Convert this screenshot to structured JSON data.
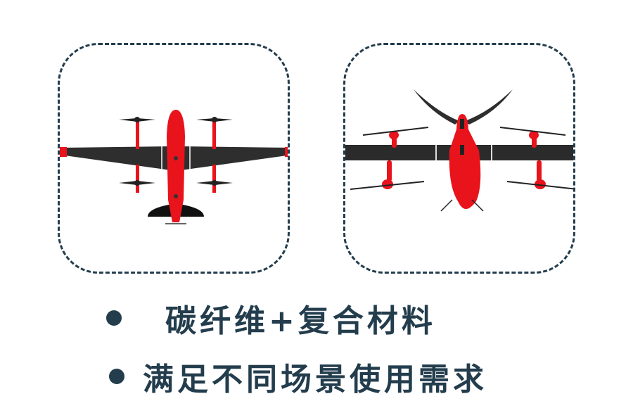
{
  "colors": {
    "text": "#233d4d",
    "border": "#233d4d",
    "fuselage": "#e8131b",
    "wing": "#2e2e2e"
  },
  "images": [
    {
      "name": "drone-top-view",
      "description": "VTOL fixed-wing drone, top view"
    },
    {
      "name": "drone-front-view",
      "description": "VTOL fixed-wing drone, front view with V-tail"
    }
  ],
  "features": [
    {
      "icon": "bullet-dot",
      "label": "碳纤维+复合材料"
    },
    {
      "icon": "bullet-dot",
      "label": "满足不同场景使用需求"
    }
  ]
}
